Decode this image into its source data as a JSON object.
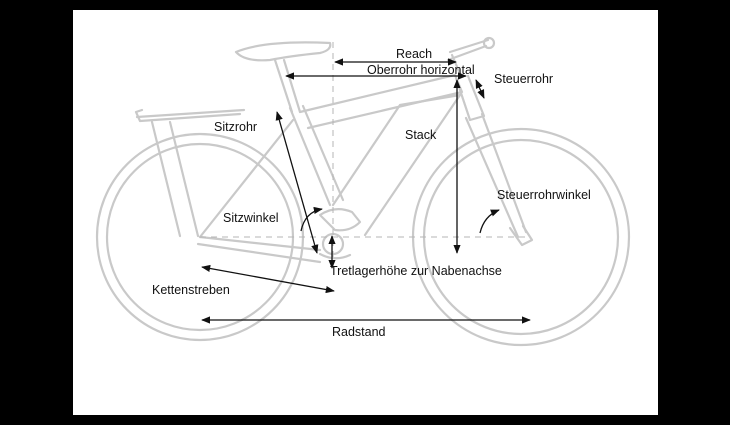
{
  "labels": {
    "reach": "Reach",
    "top_tube": "Oberrohr horizontal",
    "head_tube": "Steuerrohr",
    "seat_tube": "Sitzrohr",
    "stack": "Stack",
    "head_angle": "Steuerrohrwinkel",
    "seat_angle": "Sitzwinkel",
    "bb_height": "Tretlagerhöhe zur Nabenachse",
    "chainstays": "Kettenstreben",
    "wheelbase": "Radstand"
  }
}
